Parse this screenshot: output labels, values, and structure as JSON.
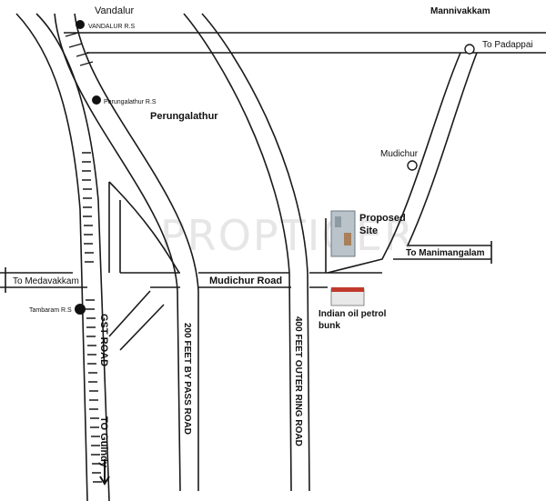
{
  "watermark": "PROPTIGER",
  "places": {
    "vandalur": "Vandalur",
    "vandalur_rs": "VANDALUR R.S",
    "mannivakkam": "Mannivakkam",
    "to_padappai": "To Padappai",
    "perungalathur_rs": "Perungalathur R.S",
    "perungalathur": "Perungalathur",
    "mudichur": "Mudichur",
    "proposed_site_line1": "Proposed",
    "proposed_site_line2": "Site",
    "to_manimangalam": "To Manimangalam",
    "to_medavakkam": "To Medavakkam",
    "mudichur_road": "Mudichur Road",
    "tambaram_rs": "Tambaram R.S",
    "indian_oil_line1": "Indian oil petrol",
    "indian_oil_line2": "bunk",
    "gst_road": "GST ROAD",
    "to_guindy": "TO Guindy",
    "bypass_road": "200 FEET BY PASS ROAD",
    "outer_ring_road": "400 FEET OUTER RING ROAD"
  },
  "colors": {
    "road_stroke": "#1a1a1a",
    "road_fill": "#ffffff",
    "site_photo": "#b9c3c9",
    "petrol_bunk": "#c0392b"
  },
  "icons": {
    "station_marker": "filled-circle",
    "direction": "arrow-down"
  }
}
